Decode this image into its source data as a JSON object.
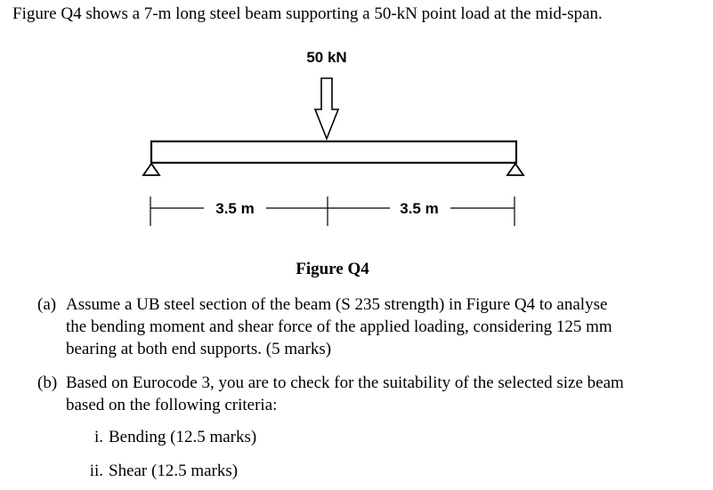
{
  "intro": "Figure Q4 shows a 7-m long steel beam supporting a 50-kN point load at the mid-span.",
  "figure": {
    "load_label": "50 kN",
    "left_span_label": "3.5 m",
    "right_span_label": "3.5 m",
    "caption": "Figure Q4"
  },
  "questions": {
    "a": {
      "marker": "(a)",
      "lines": [
        "Assume a UB steel section of the beam (S 235 strength) in Figure Q4 to analyse",
        "the bending moment and shear force of the applied loading, considering 125 mm",
        "bearing at both end supports. (5 marks)"
      ]
    },
    "b": {
      "marker": "(b)",
      "lines": [
        "Based on Eurocode 3, you are to check for the suitability of the selected size beam",
        "based on the following criteria:"
      ],
      "criteria": [
        {
          "num": "i.",
          "text": "Bending (12.5 marks)"
        },
        {
          "num": "ii.",
          "text": "Shear (12.5 marks)"
        }
      ]
    }
  }
}
